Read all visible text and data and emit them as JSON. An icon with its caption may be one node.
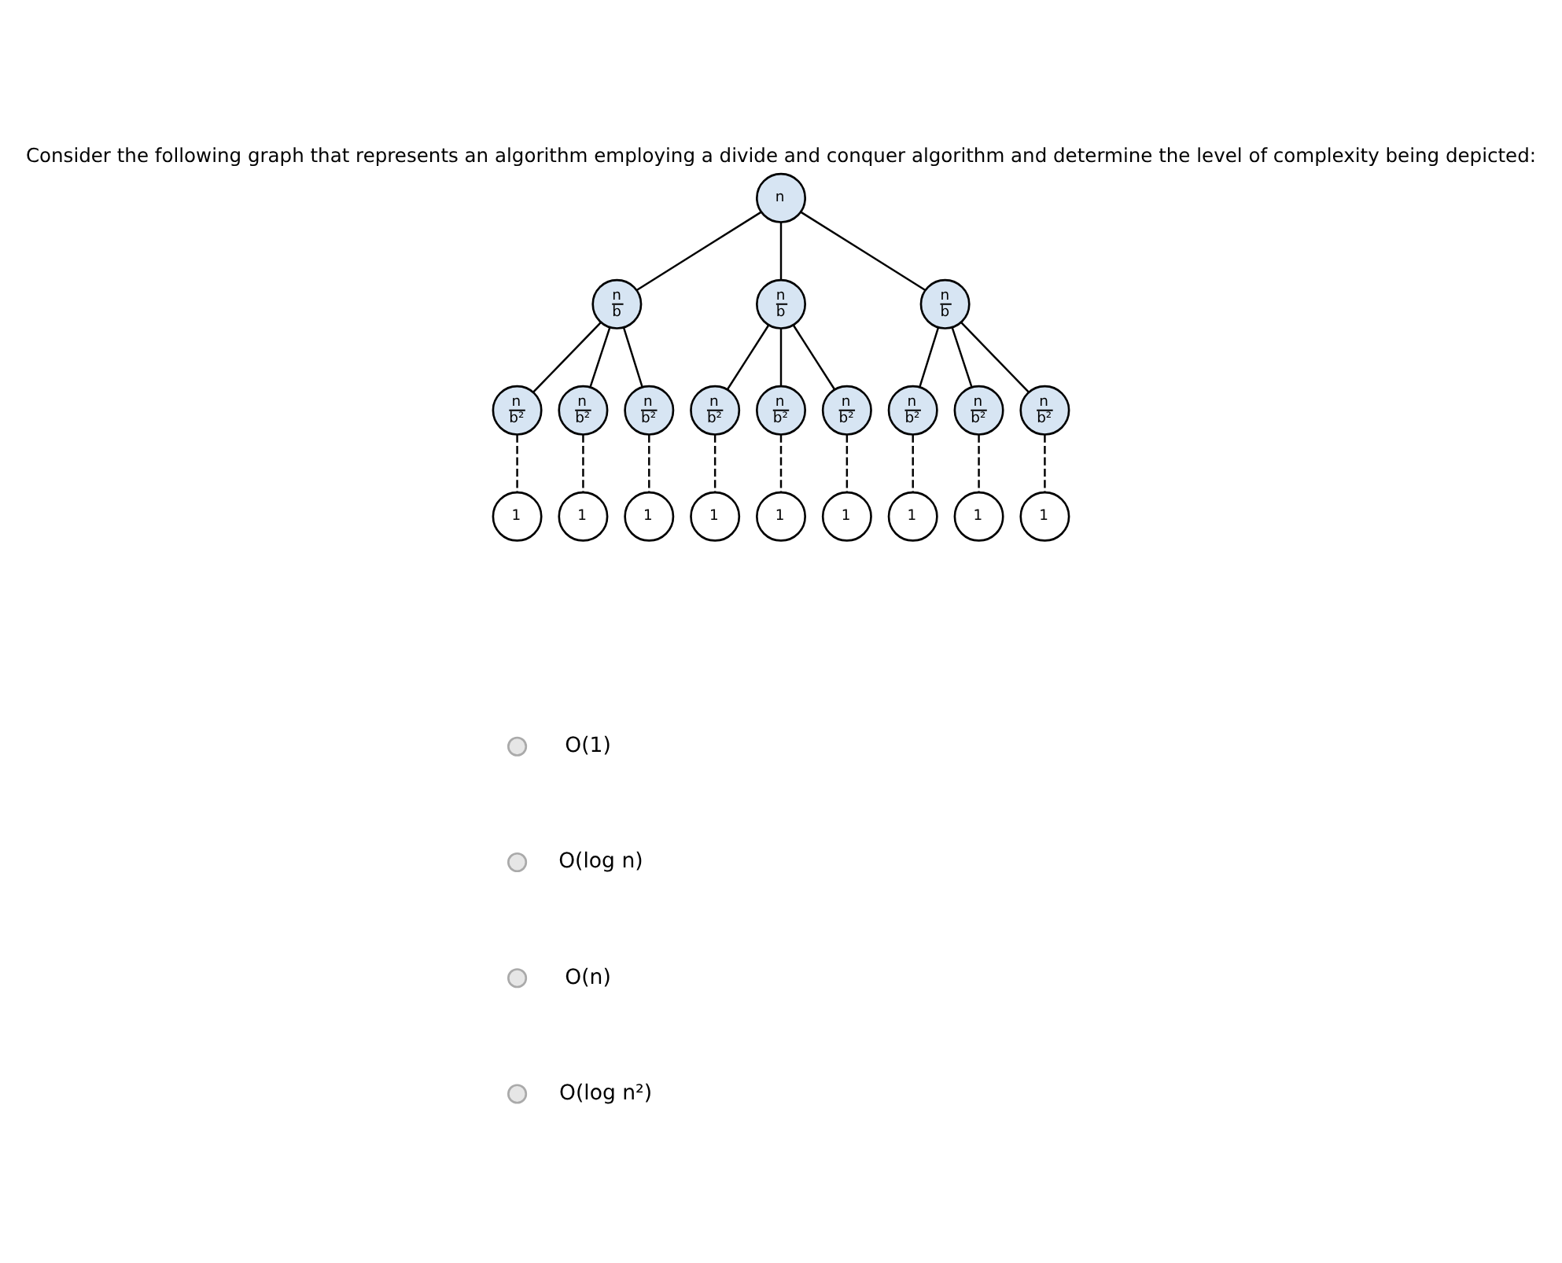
{
  "diagram": {
    "title": "Consider the following graph that represents an algorithm employing a divide and conquer algorithm and determine the level of complexity being depicted:",
    "nodes": [
      {
        "text": [
          "n"
        ]
      },
      {
        "text": [
          "n",
          "b"
        ]
      },
      {
        "text": [
          "n",
          "b"
        ]
      },
      {
        "text": [
          "n",
          "b"
        ]
      },
      {
        "text": [
          "n",
          "b²"
        ]
      },
      {
        "text": [
          "n",
          "b²"
        ]
      },
      {
        "text": [
          "n",
          "b²"
        ]
      },
      {
        "text": [
          "n",
          "b²"
        ]
      },
      {
        "text": [
          "n",
          "b²"
        ]
      },
      {
        "text": [
          "n",
          "b²"
        ]
      },
      {
        "text": [
          "n",
          "b²"
        ]
      },
      {
        "text": [
          "n",
          "b²"
        ]
      },
      {
        "text": [
          "n",
          "b²"
        ]
      },
      {
        "text": [
          "1"
        ]
      },
      {
        "text": [
          "1"
        ]
      },
      {
        "text": [
          "1"
        ]
      },
      {
        "text": [
          "1"
        ]
      },
      {
        "text": [
          "1"
        ]
      },
      {
        "text": [
          "1"
        ]
      },
      {
        "text": [
          "1"
        ]
      },
      {
        "text": [
          "1"
        ]
      },
      {
        "text": [
          "1"
        ]
      }
    ],
    "edges": [
      {
        "from": 0,
        "to": 1,
        "arrow": "none"
      },
      {
        "from": 0,
        "to": 2,
        "arrow": "none"
      },
      {
        "from": 0,
        "to": 3,
        "arrow": "none"
      },
      {
        "from": 1,
        "to": 4,
        "arrow": "none"
      },
      {
        "from": 1,
        "to": 5,
        "arrow": "none"
      },
      {
        "from": 1,
        "to": 6,
        "arrow": "none"
      },
      {
        "from": 2,
        "to": 7,
        "arrow": "none"
      },
      {
        "from": 2,
        "to": 8,
        "arrow": "none"
      },
      {
        "from": 2,
        "to": 9,
        "arrow": "none"
      },
      {
        "from": 3,
        "to": 10,
        "arrow": "none"
      },
      {
        "from": 3,
        "to": 11,
        "arrow": "none"
      },
      {
        "from": 3,
        "to": 12,
        "arrow": "none"
      },
      {
        "from": 4,
        "to": 13,
        "arrow": "none",
        "style": "dashed"
      },
      {
        "from": 5,
        "to": 14,
        "arrow": "none",
        "style": "dashed"
      },
      {
        "from": 6,
        "to": 15,
        "arrow": "none",
        "style": "dashed"
      },
      {
        "from": 7,
        "to": 16,
        "arrow": "none",
        "style": "dashed"
      },
      {
        "from": 8,
        "to": 17,
        "arrow": "none",
        "style": "dashed"
      },
      {
        "from": 9,
        "to": 18,
        "arrow": "none",
        "style": "dashed"
      },
      {
        "from": 10,
        "to": 19,
        "arrow": "none",
        "style": "dashed"
      },
      {
        "from": 11,
        "to": 20,
        "arrow": "none",
        "style": "dashed"
      },
      {
        "from": 12,
        "to": 21,
        "arrow": "none",
        "style": "dashed"
      }
    ],
    "labels": [
      "O(1)",
      "O(log n)",
      "O(n)",
      "O(log n²)"
    ]
  }
}
